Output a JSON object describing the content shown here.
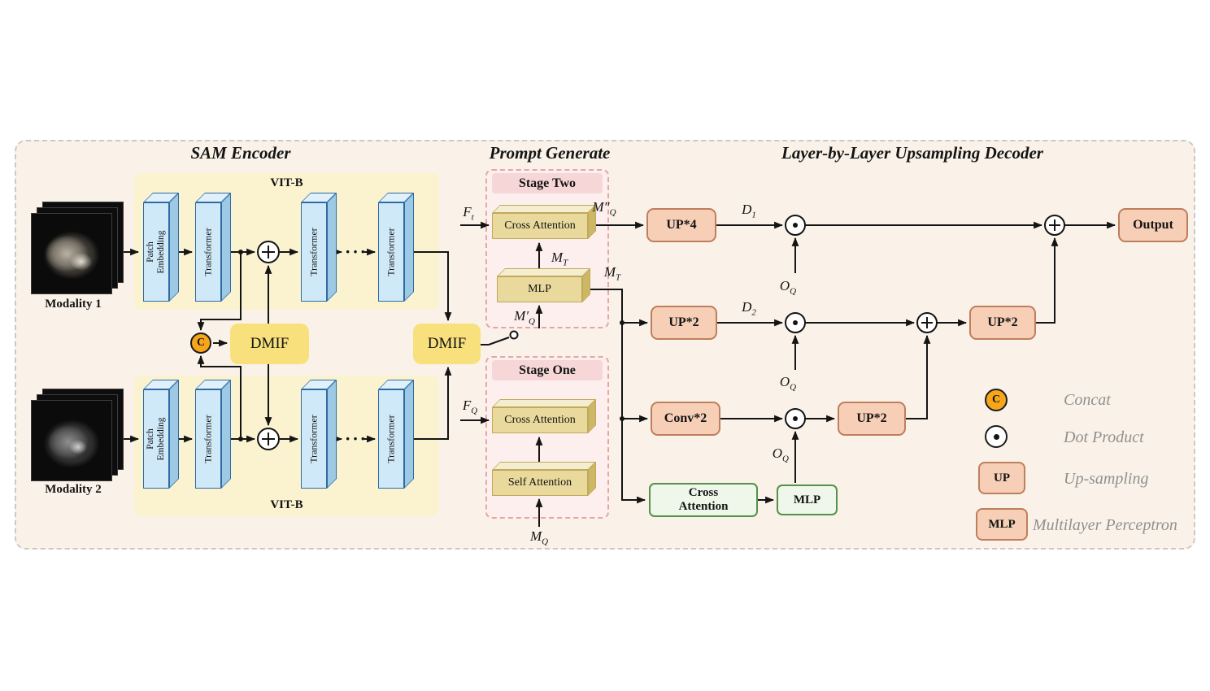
{
  "sections": {
    "encoder": "SAM Encoder",
    "prompt": "Prompt Generate",
    "decoder": "Layer-by-Layer Upsampling Decoder"
  },
  "encoder": {
    "vit_top": "VIT-B",
    "vit_bottom": "VIT-B",
    "patch_embedding": "Patch Embedding",
    "transformer": "Transformer",
    "ellipsis": "···",
    "modality1": "Modality 1",
    "modality2": "Modality 2",
    "concat": "C",
    "dmif1": "DMIF",
    "dmif2": "DMIF"
  },
  "prompt": {
    "stage_two": "Stage Two",
    "stage_one": "Stage One",
    "cross_attention": "Cross Attention",
    "self_attention": "Self Attention",
    "mlp": "MLP",
    "f_t": "F_t",
    "m_t_inner": "M_T",
    "m_t_out": "M_T",
    "m_q_prime": "M′_Q",
    "m_q_dprime": "M″_Q",
    "f_q": "F_Q",
    "m_q": "M_Q"
  },
  "decoder": {
    "up4": "UP*4",
    "up2_row2": "UP*2",
    "up2_row2_b": "UP*2",
    "conv2": "Conv*2",
    "up2_row3": "UP*2",
    "cross_attention": "Cross Attention",
    "mlp": "MLP",
    "output": "Output",
    "d1": "D_1",
    "d2": "D_2",
    "o_q1": "O_Q",
    "o_q2": "O_Q",
    "o_q3": "O_Q"
  },
  "legend": {
    "concat_symbol": "C",
    "concat": "Concat",
    "dot_product": "Dot Product",
    "up_symbol": "UP",
    "up": "Up-sampling",
    "mlp_symbol": "MLP",
    "mlp": "Multilayer Perceptron"
  },
  "colors": {
    "panel": "#faf2e8",
    "blue_block": "#cfe9f8",
    "yellow_dmif": "#f8e17c",
    "salmon": "#f6cfb6",
    "green": "#eef7ea",
    "orange_concat": "#f7a61b",
    "pink_stage": "#fcefee"
  }
}
